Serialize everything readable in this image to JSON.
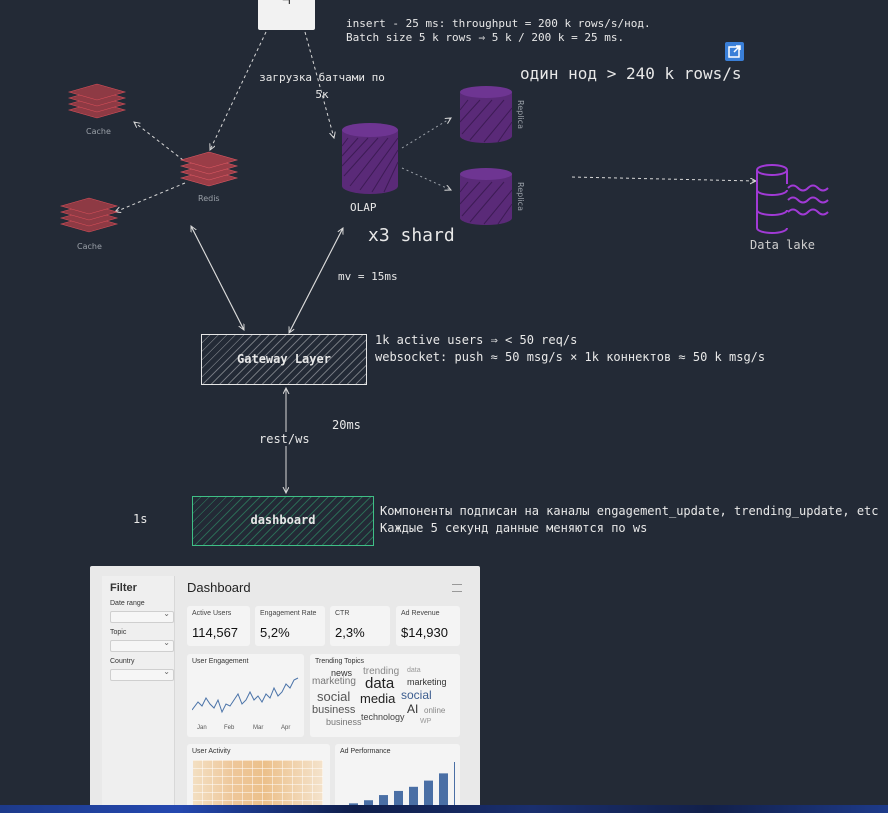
{
  "notes": {
    "insert_line1": "insert - 25 ms: throughput = 200 k rows/s/нод.",
    "insert_line2": "Batch size 5 k rows ⇒ 5 k / 200 k = 25 ms.",
    "batch_load": "загрузка батчами по 5к",
    "one_node": "один нод > 240 k rows/s",
    "shards": "x3 shard",
    "mv": "mv = 15ms",
    "active_users": "1k active users ⇒ < 50 req/s",
    "websocket": "websocket: push ≈ 50 msg/s × 1k коннектов ≈ 50 k msg/s",
    "rest_ws": "rest/ws",
    "latency_20": "20ms",
    "latency_1s": "1s",
    "dashboard_note1": "Компоненты подписан на каналы engagement_update, trending_update, etc",
    "dashboard_note2": "Каждые 5 секунд данные меняются по ws"
  },
  "nodes": {
    "cache_top": "Cache",
    "cache_bottom": "Cache",
    "redis": "Redis",
    "olap": "OLAP",
    "replica_top": "Replica",
    "replica_bottom": "Replica",
    "data_lake": "Data lake",
    "gateway": "Gateway Layer",
    "dashboard": "dashboard"
  },
  "colors": {
    "background": "#232a36",
    "redis": "#d9505a",
    "olap": "#7a3aa8",
    "data_lake": "#a13ad6",
    "dashboard_box": "#3fbf86"
  },
  "screenshot": {
    "filter": {
      "title": "Filter",
      "date_range": "Date range",
      "topic": "Topic",
      "country": "Country"
    },
    "title": "Dashboard",
    "kpis": [
      {
        "label": "Active Users",
        "value": "114,567"
      },
      {
        "label": "Engagement Rate",
        "value": "5,2%"
      },
      {
        "label": "CTR",
        "value": "2,3%"
      },
      {
        "label": "Ad Revenue",
        "value": "$14,930"
      }
    ],
    "engagement": {
      "title": "User Engagement",
      "months": [
        "Jan",
        "Feb",
        "Mar",
        "Apr"
      ]
    },
    "trending": {
      "title": "Trending Topics",
      "words": [
        "news",
        "trending",
        "data",
        "marketing",
        "data",
        "marketing",
        "social",
        "media",
        "social",
        "business",
        "AI",
        "online",
        "business",
        "technology",
        "WP"
      ]
    },
    "activity_title": "User Activity",
    "ad_performance": {
      "title": "Ad Performance",
      "values": [
        2,
        2.3,
        2.8,
        3.2,
        3.6,
        4.2,
        4.9,
        6
      ]
    }
  }
}
